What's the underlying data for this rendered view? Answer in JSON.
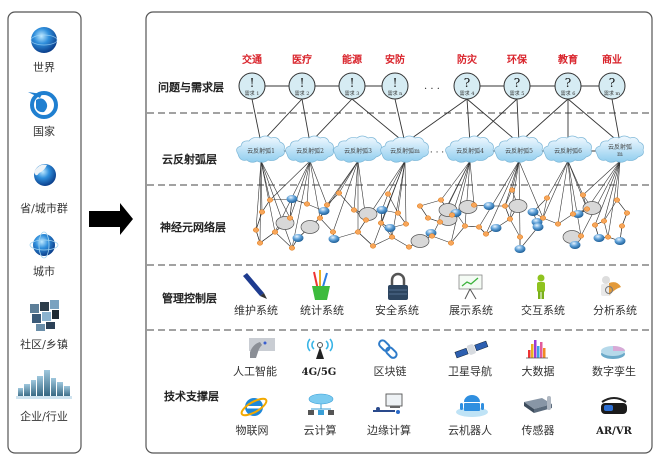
{
  "scales": {
    "items": [
      {
        "label": "世界",
        "icon": "globe-world-icon"
      },
      {
        "label": "国家",
        "icon": "globe-plane-icon"
      },
      {
        "label": "省/城市群",
        "icon": "globe-map-icon"
      },
      {
        "label": "城市",
        "icon": "globe-network-icon"
      },
      {
        "label": "社区/乡镇",
        "icon": "cubes-icon"
      },
      {
        "label": "企业/行业",
        "icon": "city-skyline-icon"
      }
    ]
  },
  "arrow": {
    "icon": "right-arrow-icon"
  },
  "layers": {
    "problem": {
      "label": "问题与需求层",
      "domains": [
        "交通",
        "医疗",
        "能源",
        "安防",
        "防灾",
        "环保",
        "教育",
        "商业"
      ],
      "nodes": [
        {
          "symbol": "!",
          "label": "需求 1"
        },
        {
          "symbol": "!",
          "label": "需求 2"
        },
        {
          "symbol": "!",
          "label": "需求 3"
        },
        {
          "symbol": "!",
          "label": "需求 n"
        },
        {
          "symbol": "?",
          "label": "需求 4"
        },
        {
          "symbol": "?",
          "label": "需求 5"
        },
        {
          "symbol": "?",
          "label": "需求 6"
        },
        {
          "symbol": "?",
          "label": "需求 m"
        }
      ],
      "ellipsis": "· · ·",
      "domain_color": "#d9232b"
    },
    "cloud": {
      "label": "云反射弧层",
      "nodes": [
        "云反射弧1",
        "云反射弧2",
        "云反射弧3",
        "云反射弧m",
        "云反射弧4",
        "云反射弧5",
        "云反射弧6",
        "云反射弧 m"
      ],
      "ellipsis": "· · ·"
    },
    "neural": {
      "label": "神经元网络层"
    },
    "management": {
      "label": "管理控制层",
      "items": [
        {
          "label": "维护系统",
          "icon": "pen-icon"
        },
        {
          "label": "统计系统",
          "icon": "pencil-cup-icon"
        },
        {
          "label": "安全系统",
          "icon": "padlock-icon"
        },
        {
          "label": "展示系统",
          "icon": "presentation-board-icon"
        },
        {
          "label": "交互系统",
          "icon": "person-icon"
        },
        {
          "label": "分析系统",
          "icon": "analysis-scroll-icon"
        }
      ]
    },
    "technology": {
      "label": "技术支撑层",
      "row1": [
        {
          "label": "人工智能",
          "icon": "robot-hand-icon"
        },
        {
          "label": "4G/5G",
          "icon": "antenna-icon"
        },
        {
          "label": "区块链",
          "icon": "chain-link-icon"
        },
        {
          "label": "卫星导航",
          "icon": "satellite-icon"
        },
        {
          "label": "大数据",
          "icon": "bar-chart-icon"
        },
        {
          "label": "数字孪生",
          "icon": "pie-chart-icon"
        }
      ],
      "row2": [
        {
          "label": "物联网",
          "icon": "internet-explorer-icon"
        },
        {
          "label": "云计算",
          "icon": "cloud-computing-icon"
        },
        {
          "label": "边缘计算",
          "icon": "edge-computer-icon"
        },
        {
          "label": "云机器人",
          "icon": "android-cloud-icon"
        },
        {
          "label": "传感器",
          "icon": "sensor-device-icon"
        },
        {
          "label": "AR/VR",
          "icon": "vr-headset-icon"
        }
      ]
    }
  }
}
